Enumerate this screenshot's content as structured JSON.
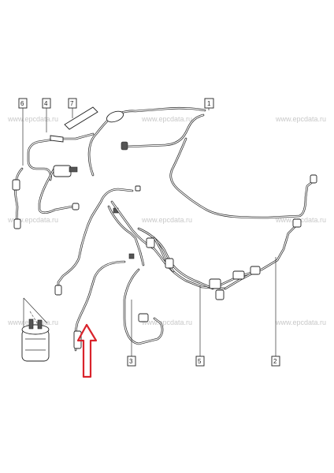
{
  "watermark": "www.epcdata.ru",
  "callouts": [
    "6",
    "4",
    "7",
    "1",
    "3",
    "5",
    "2"
  ],
  "arrow_color": "#d9232b",
  "icons": {
    "arrow": "up-arrow-icon"
  }
}
